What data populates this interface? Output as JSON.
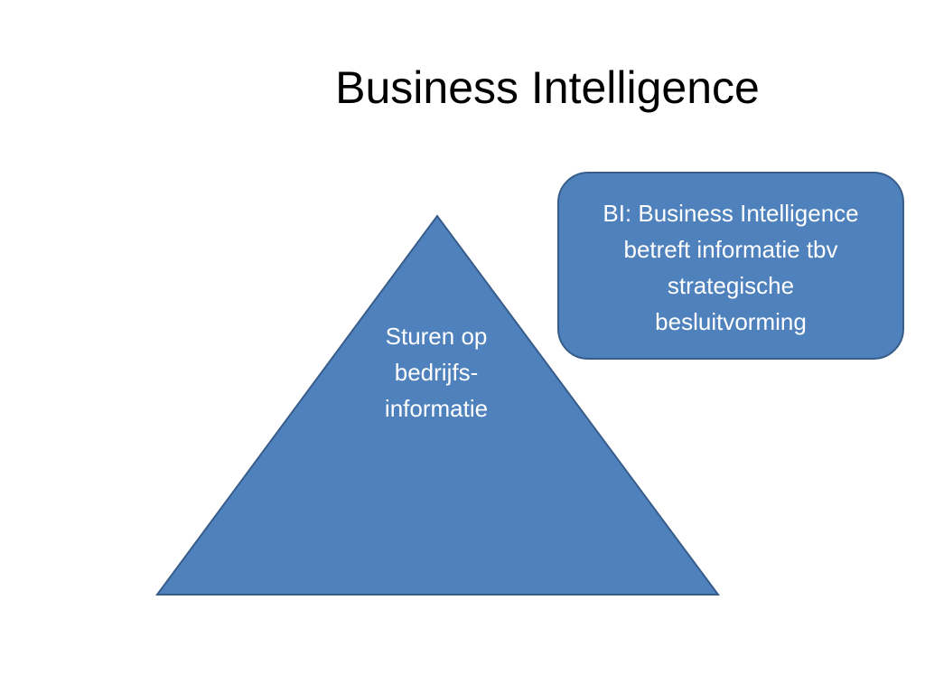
{
  "slide": {
    "title": "Business Intelligence"
  },
  "pyramid": {
    "label": "Sturen op\nbedrijfs-\ninformatie",
    "fill_color": "#4f81bd",
    "stroke_color": "#385d8a"
  },
  "callout": {
    "text": "BI: Business Intelligence\nbetreft informatie tbv\nstrategische\nbesluitvorming",
    "fill_color": "#4f81bd",
    "stroke_color": "#385d8a"
  }
}
